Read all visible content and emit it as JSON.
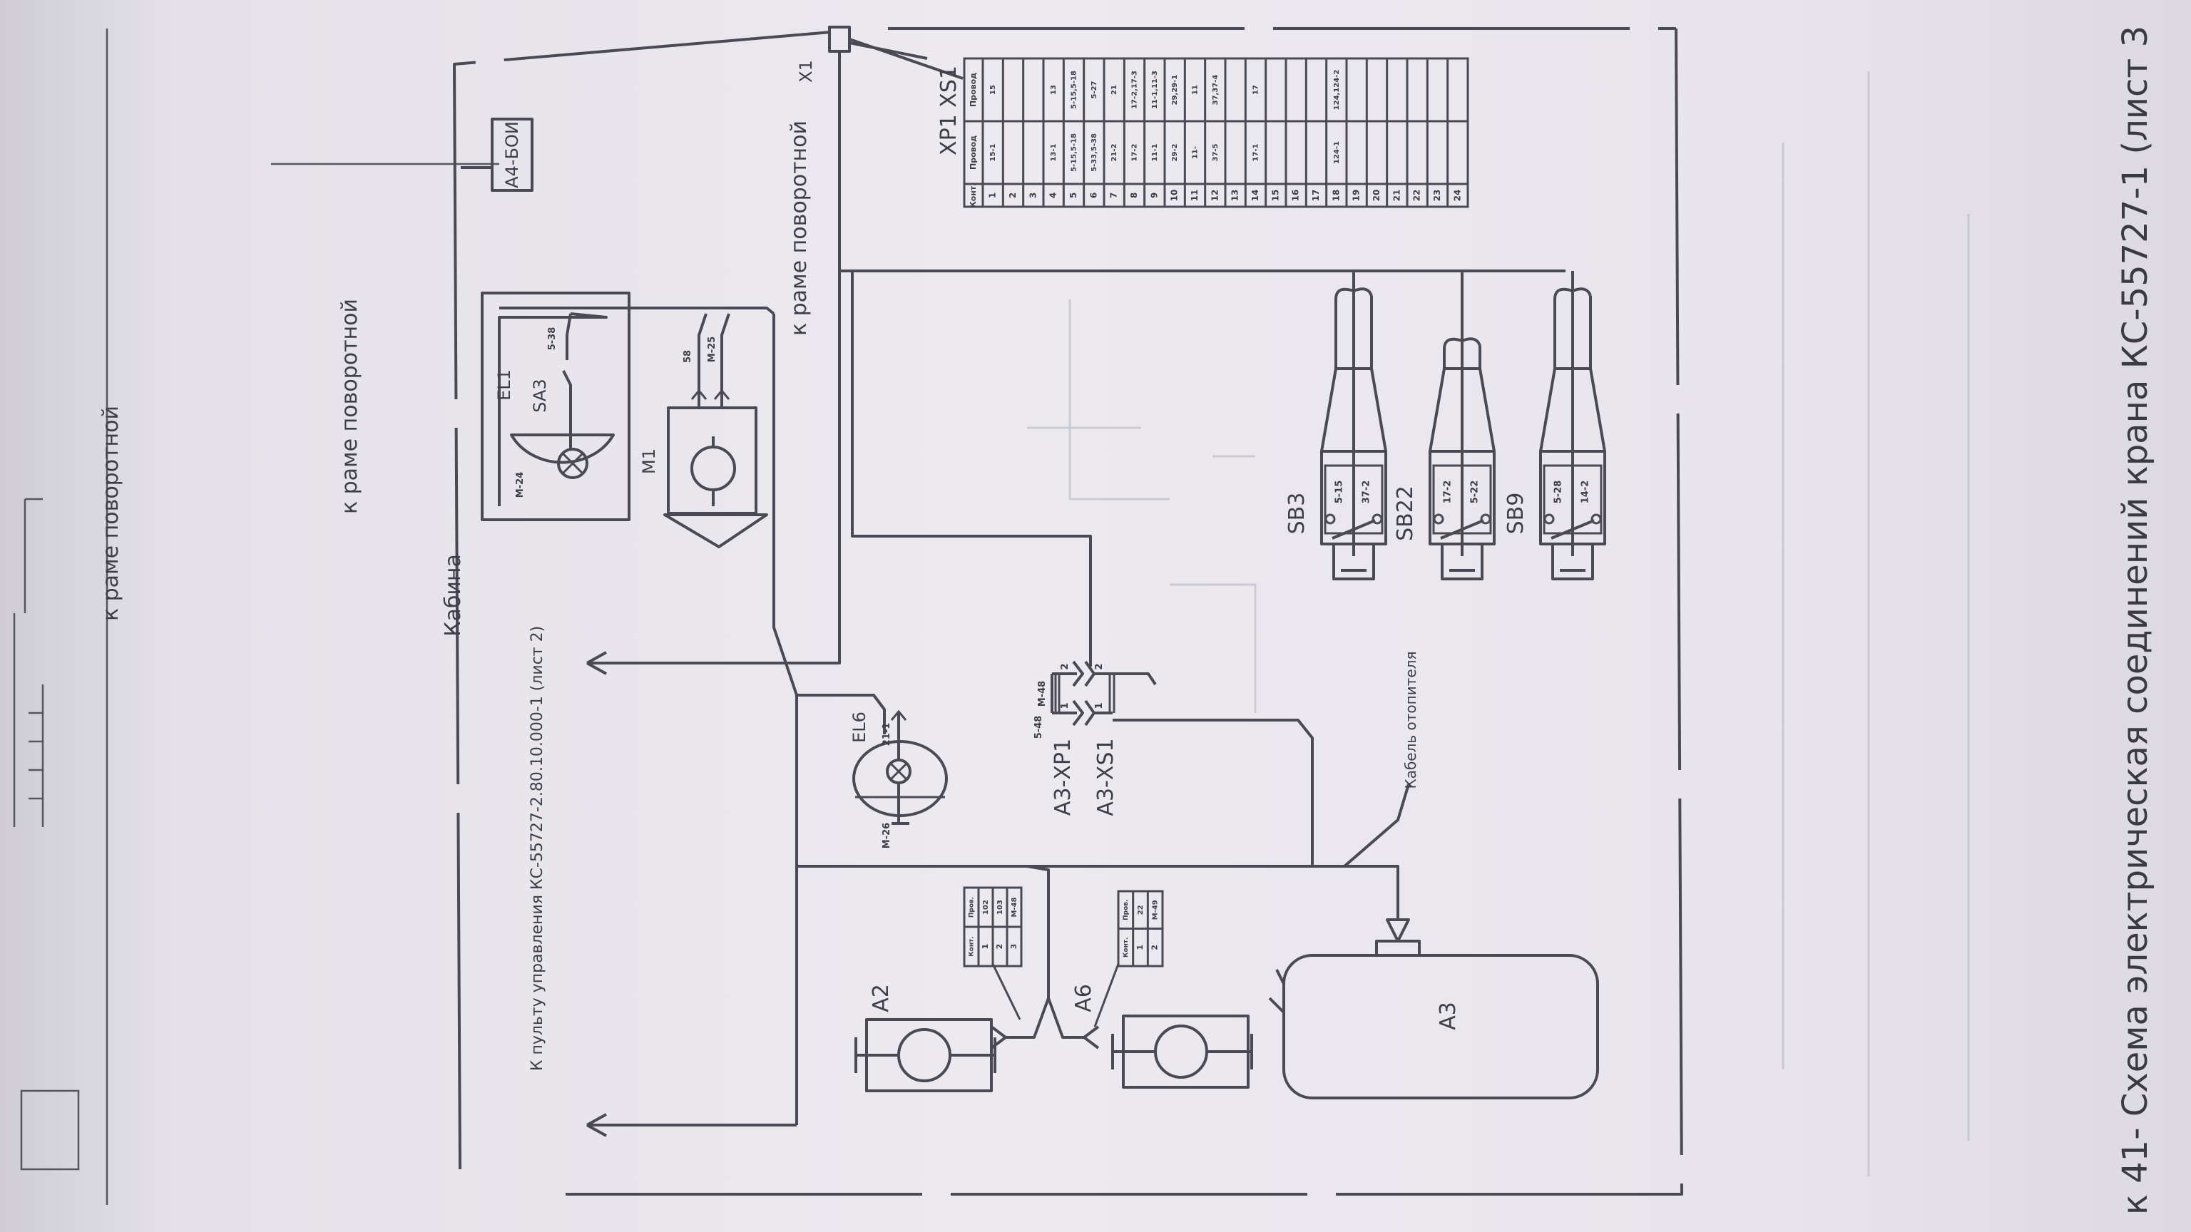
{
  "caption": "к 41- Схема электрическая соединений крана КС-55727-1 (лист 3",
  "labels": {
    "cabin": "Кабина",
    "to_control_panel": "К пульту управления КС-55727-2.80.10.000-1 (лист 2)",
    "to_frame_1": "к раме поворотной",
    "to_frame_2": "к раме поворотной",
    "to_frame_3": "к раме поворотной",
    "heater_cable": "Кабель отопителя",
    "block": "А4-БОИ",
    "x1": "X1",
    "el1": "EL1",
    "sa3": "SA3",
    "m1": "M1",
    "el6": "EL6",
    "a3_xp1": "А3-XP1",
    "a3_xs1": "А3-XS1",
    "a3": "А3",
    "a2": "А2",
    "a6": "А6",
    "sb3": "SB3",
    "sb22": "SB22",
    "sb9": "SB9",
    "xp1_xs1": "XP1  XS1"
  },
  "wire_marks": {
    "el1_a": "М-24",
    "el1_b": "5-38",
    "m1_a": "58",
    "m1_b": "М-25",
    "el6_a": "21-1",
    "el6_b": "М-26",
    "xp1_a": "М-48",
    "xp1_b": "5-48",
    "pin1": "1",
    "pin2": "2",
    "pin1b": "1",
    "pin2b": "2",
    "sb3_a": "5-15",
    "sb3_b": "37-2",
    "sb22_a": "17-2",
    "sb22_b": "5-22",
    "sb9_a": "5-28",
    "sb9_b": "14-2"
  },
  "connector_table": {
    "headers": [
      "Конт.",
      "Провод",
      "Провод"
    ],
    "rows": [
      {
        "n": "1",
        "xp1": "15-1",
        "xs1": "15"
      },
      {
        "n": "2",
        "xp1": "",
        "xs1": ""
      },
      {
        "n": "3",
        "xp1": "",
        "xs1": ""
      },
      {
        "n": "4",
        "xp1": "13-1",
        "xs1": "13"
      },
      {
        "n": "5",
        "xp1": "5-15,5-18",
        "xs1": "5-15,5-18"
      },
      {
        "n": "6",
        "xp1": "5-33,5-38",
        "xs1": "5-27"
      },
      {
        "n": "7",
        "xp1": "21-2",
        "xs1": "21"
      },
      {
        "n": "8",
        "xp1": "17-2",
        "xs1": "17-2,17-3"
      },
      {
        "n": "9",
        "xp1": "11-1",
        "xs1": "11-1,11-3"
      },
      {
        "n": "10",
        "xp1": "29-2",
        "xs1": "29,29-1"
      },
      {
        "n": "11",
        "xp1": "11-",
        "xs1": "11"
      },
      {
        "n": "12",
        "xp1": "37-5",
        "xs1": "37,37-4"
      },
      {
        "n": "13",
        "xp1": "",
        "xs1": ""
      },
      {
        "n": "14",
        "xp1": "17-1",
        "xs1": "17"
      },
      {
        "n": "15",
        "xp1": "",
        "xs1": ""
      },
      {
        "n": "16",
        "xp1": "",
        "xs1": ""
      },
      {
        "n": "17",
        "xp1": "",
        "xs1": ""
      },
      {
        "n": "18",
        "xp1": "124-1",
        "xs1": "124,124-2"
      },
      {
        "n": "19",
        "xp1": "",
        "xs1": ""
      },
      {
        "n": "20",
        "xp1": "",
        "xs1": ""
      },
      {
        "n": "21",
        "xp1": "",
        "xs1": ""
      },
      {
        "n": "22",
        "xp1": "",
        "xs1": ""
      },
      {
        "n": "23",
        "xp1": "",
        "xs1": ""
      },
      {
        "n": "24",
        "xp1": "",
        "xs1": ""
      }
    ]
  },
  "a2_table": {
    "headers": [
      "Конт.",
      "Пров."
    ],
    "rows": [
      [
        "1",
        "102"
      ],
      [
        "2",
        "103"
      ],
      [
        "3",
        "М-48"
      ]
    ]
  },
  "a6_table": {
    "headers": [
      "Конт.",
      "Пров."
    ],
    "rows": [
      [
        "1",
        "22"
      ],
      [
        "2",
        "М-49"
      ]
    ]
  }
}
